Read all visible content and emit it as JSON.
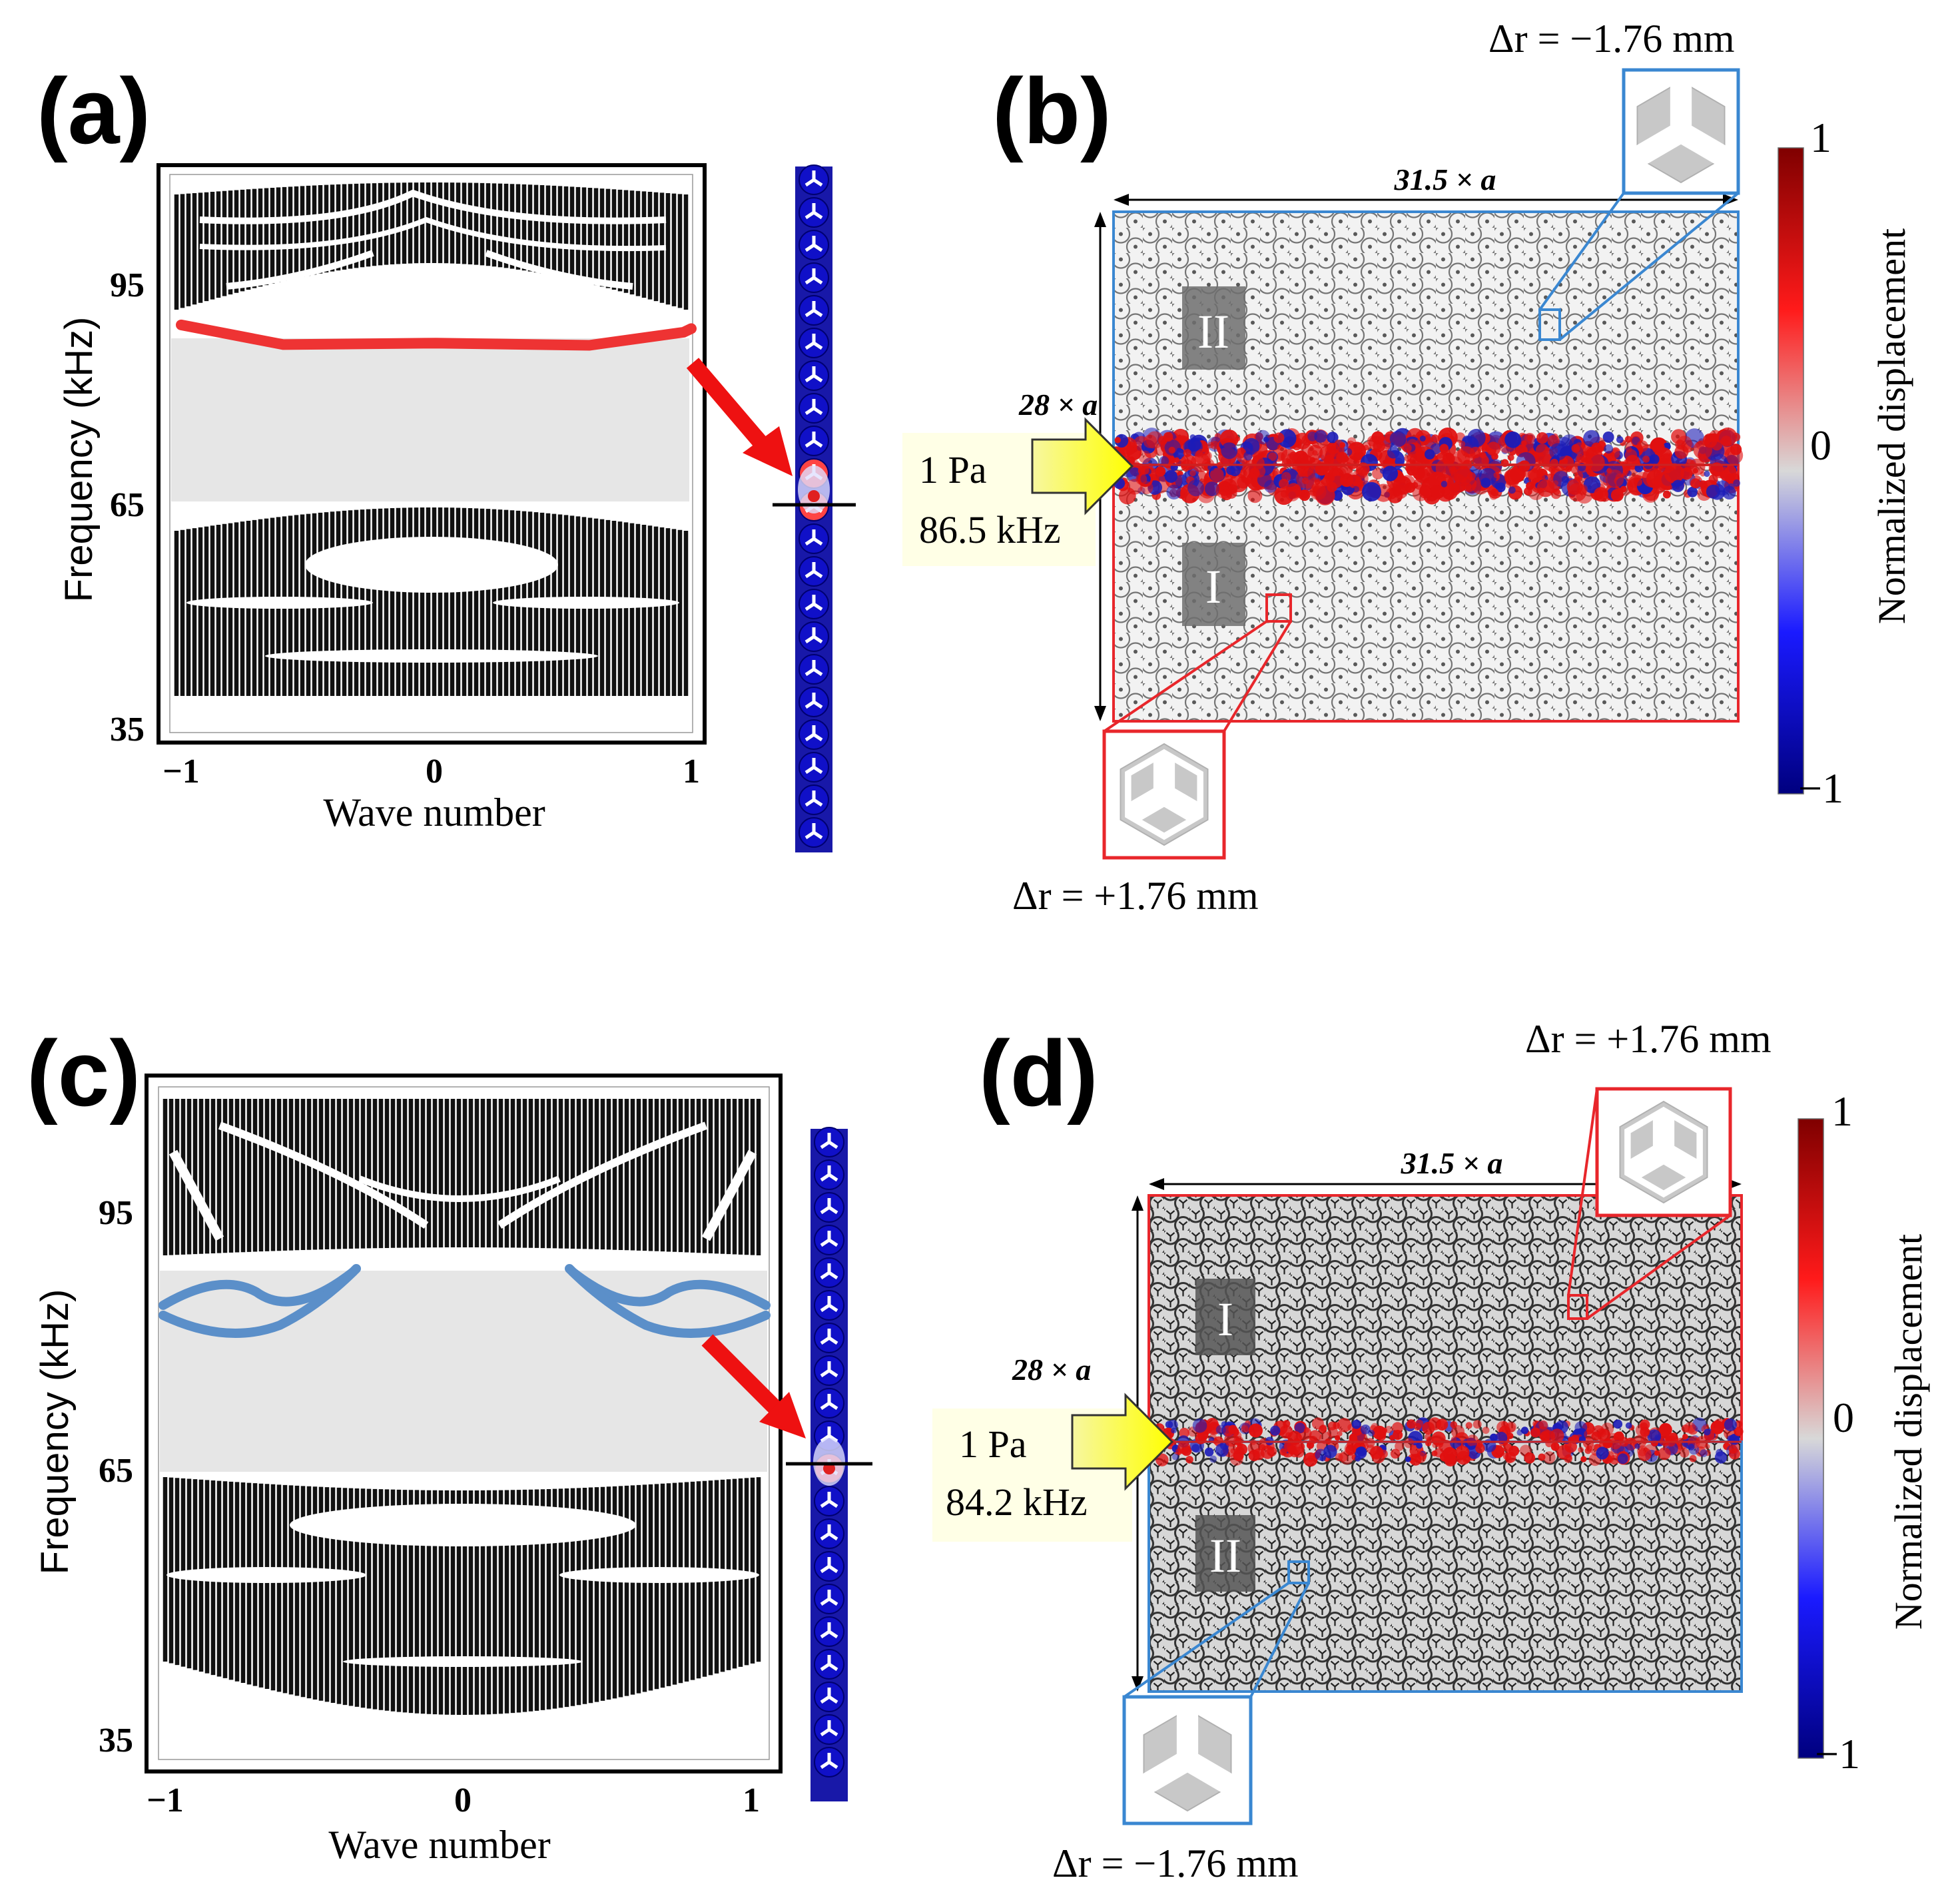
{
  "panels": {
    "a": {
      "label": "(a)",
      "ylabel": "Frequency (kHz)",
      "xlabel": "Wave number",
      "yticks": [
        "95",
        "65",
        "35"
      ],
      "xticks": [
        "−1",
        "0",
        "1"
      ],
      "edge_color": "#ee3333",
      "edge_band": [
        {
          "k": -1,
          "f": 89.5
        },
        {
          "k": -0.6,
          "f": 86.8
        },
        {
          "k": 0,
          "f": 87.0
        },
        {
          "k": 0.6,
          "f": 86.7
        },
        {
          "k": 0.97,
          "f": 88.5
        },
        {
          "k": 1,
          "f": 89.0
        }
      ]
    },
    "b": {
      "label": "(b)",
      "width_label": "31.5 × a",
      "height_label": "28 × a",
      "source_label_1": "1 Pa",
      "source_label_2": "86.5 kHz",
      "region_top": "II",
      "region_bottom": "I",
      "top_delta": "Δr = −1.76 mm",
      "bottom_delta": "Δr = +1.76 mm",
      "colorbar_label": "Normalized displacement",
      "colorbar_ticks": [
        "1",
        "0",
        "−1"
      ]
    },
    "c": {
      "label": "(c)",
      "ylabel": "Frequency (kHz)",
      "xlabel": "Wave number",
      "yticks": [
        "95",
        "65",
        "35"
      ],
      "xticks": [
        "−1",
        "0",
        "1"
      ],
      "edge_color": "#5b8fc9"
    },
    "d": {
      "label": "(d)",
      "width_label": "31.5 × a",
      "height_label": "28 × a",
      "source_label_1": "1 Pa",
      "source_label_2": "84.2 kHz",
      "region_top": "I",
      "region_bottom": "II",
      "top_delta": "Δr = +1.76 mm",
      "bottom_delta": "Δr = −1.76 mm",
      "colorbar_label": "Normalized displacement",
      "colorbar_ticks": [
        "1",
        "0",
        "−1"
      ]
    }
  },
  "colors": {
    "positive": "#dd1111",
    "negative": "#1a1aa8",
    "gap": "#e6e6e6",
    "plus_frame": "#e8262b",
    "minus_frame": "#3a87d1",
    "source_fill": "#ffffe6"
  }
}
